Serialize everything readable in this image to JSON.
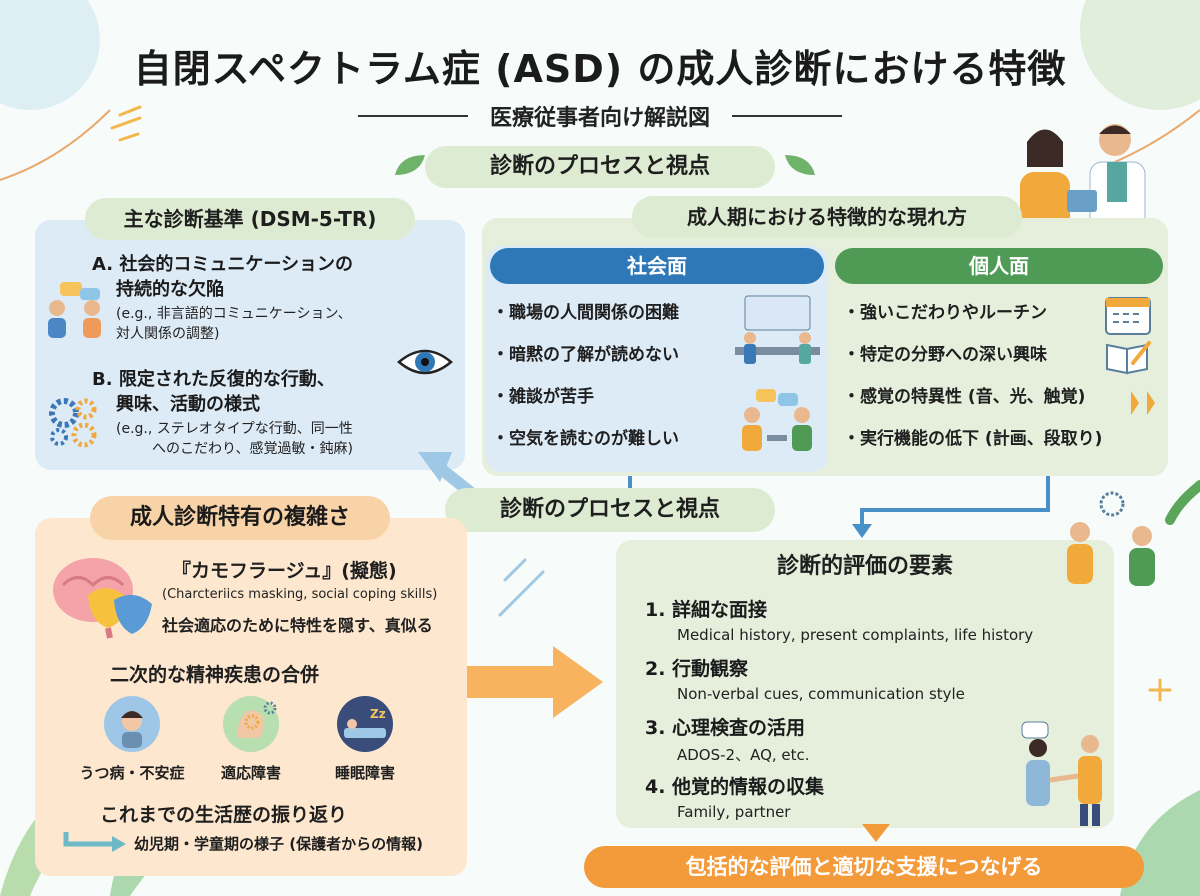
{
  "title": "自閉スペクトラム症 (ASD) の成人診断における特徴",
  "subtitle": "医療従事者向け解説図",
  "process_label_top": "診断のプロセスと視点",
  "process_label_mid": "診断のプロセスと視点",
  "criteria": {
    "heading": "主な診断基準 (DSM-5-TR)",
    "a_title_1": "A. 社会的コミュニケーションの",
    "a_title_2": "持続的な欠陥",
    "a_sub_1": "(e.g., 非言語的コミュニケーション、",
    "a_sub_2": "対人関係の調整)",
    "b_title_1": "B. 限定された反復的な行動、",
    "b_title_2": "興味、活動の様式",
    "b_sub_1": "(e.g., ステレオタイプな行動、同一性",
    "b_sub_2": "へのこだわり、感覚過敏・鈍麻)"
  },
  "adult": {
    "heading": "成人期における特徴的な現れ方",
    "social": {
      "label": "社会面",
      "items": [
        "・職場の人間関係の困難",
        "・暗黙の了解が読めない",
        "・雑談が苦手",
        "・空気を読むのが難しい"
      ]
    },
    "personal": {
      "label": "個人面",
      "items": [
        "・強いこだわりやルーチン",
        "・特定の分野への深い興味",
        "・感覚の特異性 (音、光、触覚)",
        "・実行機能の低下 (計画、段取り)"
      ]
    }
  },
  "complexity": {
    "heading": "成人診断特有の複雑さ",
    "camo_title": "『カモフラージュ』(擬態)",
    "camo_en": "(Charcteriics masking, social coping skills)",
    "camo_desc": "社会適応のために特性を隠す、真似る",
    "comorbid_title": "二次的な精神疾患の合併",
    "comorbid_items": [
      "うつ病・不安症",
      "適応障害",
      "睡眠障害"
    ],
    "history_title": "これまでの生活歴の振り返り",
    "history_desc": "幼児期・学童期の様子 (保護者からの情報)"
  },
  "evaluation": {
    "heading": "診断的評価の要素",
    "items": [
      {
        "title": "1.  詳細な面接",
        "sub": "Medical history, present complaints, life history"
      },
      {
        "title": "2.  行動観察",
        "sub": "Non-verbal cues, communication style"
      },
      {
        "title": "3.  心理検査の活用",
        "sub": "ADOS-2、AQ, etc."
      },
      {
        "title": "4.  他覚的情報の収集",
        "sub": "Family, partner"
      }
    ]
  },
  "footer": "包括的な評価と適切な支援につなげる",
  "colors": {
    "social_header": "#2f78b8",
    "personal_header": "#4f9a55",
    "footer_bar": "#f39a3b",
    "arrow_orange": "#f7b35e",
    "connector": "#4a90c8"
  }
}
